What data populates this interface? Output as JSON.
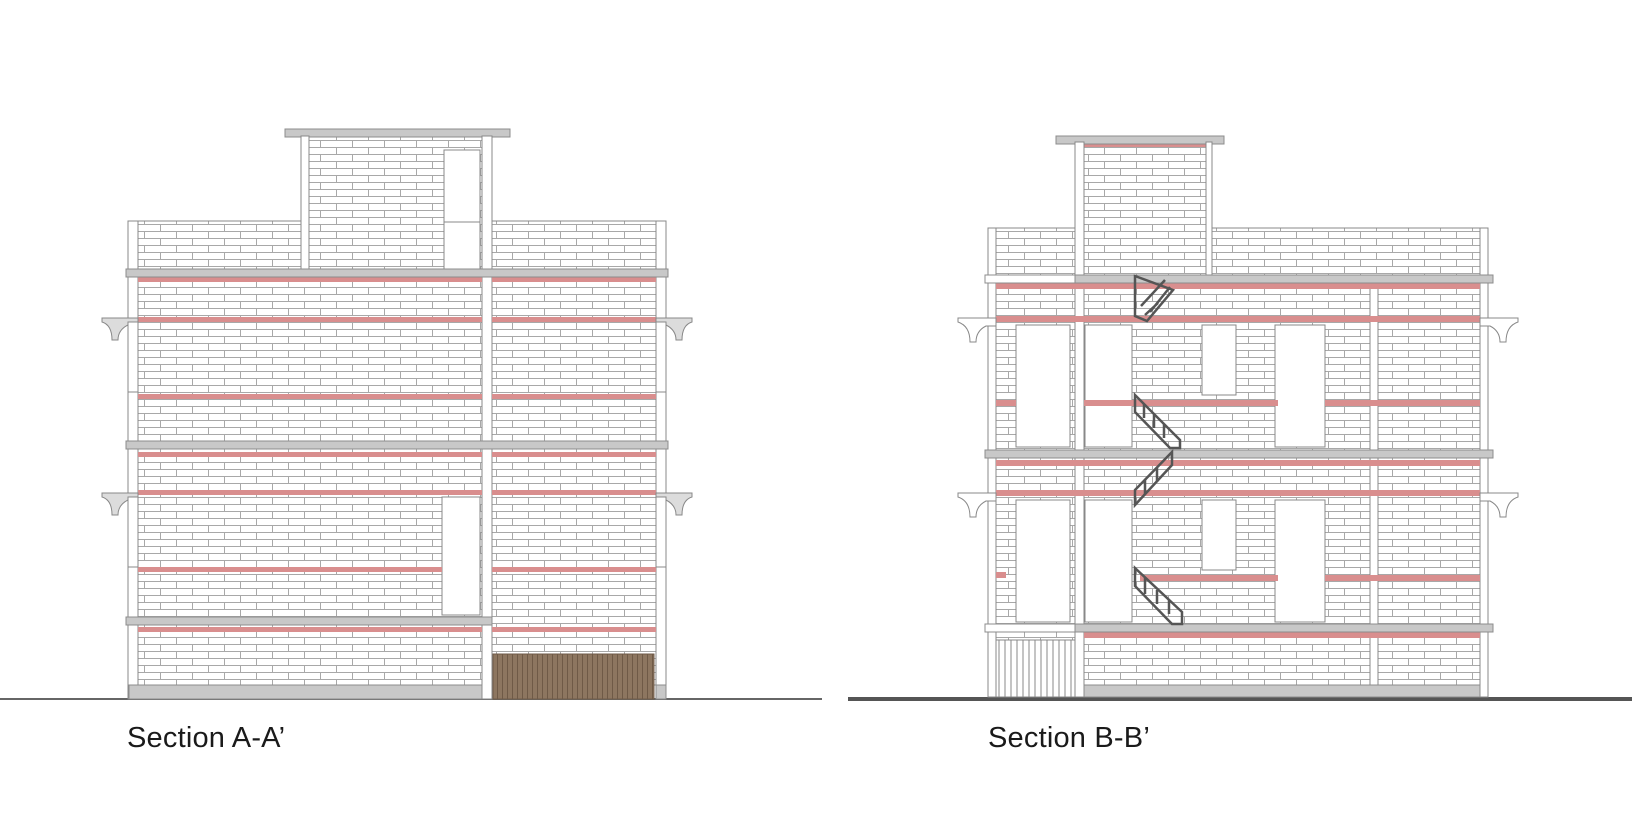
{
  "sections": [
    {
      "id": "A",
      "label": "Section A-A’"
    },
    {
      "id": "B",
      "label": "Section B-B’"
    }
  ],
  "colors": {
    "brick_line": "#9a9a9a",
    "slab": "#c8c8c8",
    "slab_edge": "#8c8c8c",
    "ring_beam": "#d98e8e",
    "truss": "#555555",
    "garage_door": "#8d7660",
    "ground": "#555555"
  }
}
